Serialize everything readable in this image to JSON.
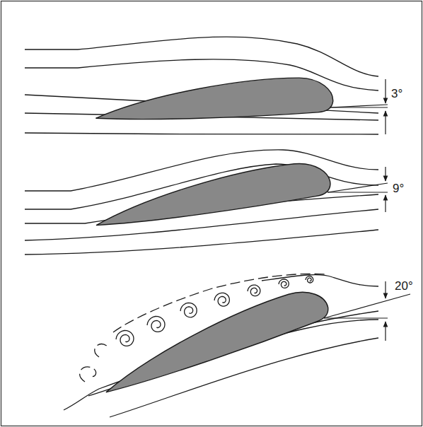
{
  "diagram": {
    "labels": [
      "3°",
      "9°",
      "20°"
    ]
  }
}
